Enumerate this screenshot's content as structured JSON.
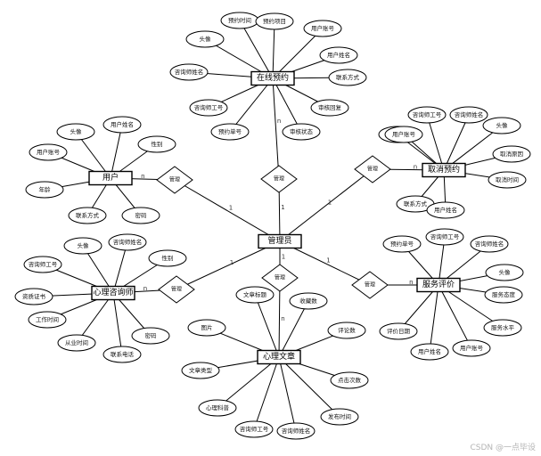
{
  "entities": [
    {
      "id": "appointment",
      "label": "在线预约",
      "attributes": [
        "预约时间",
        "预约项目",
        "用户账号",
        "头像",
        "用户姓名",
        "咨询师姓名",
        "联系方式",
        "咨询师工号",
        "审核回复",
        "预约单号",
        "审核状态"
      ]
    },
    {
      "id": "user",
      "label": "用户",
      "attributes": [
        "头像",
        "用户姓名",
        "性别",
        "用户账号",
        "年龄",
        "联系方式",
        "密码"
      ]
    },
    {
      "id": "cancel",
      "label": "取消预约",
      "attributes": [
        "咨询师工号",
        "咨询师姓名",
        "预约单号",
        "头像",
        "取消原因",
        "用户账号",
        "取消时间",
        "联系方式",
        "用户姓名"
      ]
    },
    {
      "id": "admin",
      "label": "管理员",
      "attributes": []
    },
    {
      "id": "counselor",
      "label": "心理咨询师",
      "attributes": [
        "头像",
        "咨询师姓名",
        "性别",
        "咨询师工号",
        "资质证书",
        "工作时间",
        "从业时间",
        "联系电话",
        "密码"
      ]
    },
    {
      "id": "evaluation",
      "label": "服务评价",
      "attributes": [
        "预约单号",
        "咨询师工号",
        "咨询师姓名",
        "头像",
        "服务态度",
        "评价日期",
        "服务水平",
        "用户姓名",
        "用户账号"
      ]
    },
    {
      "id": "article",
      "label": "心理文章",
      "attributes": [
        "文章标题",
        "收藏数",
        "图片",
        "评论数",
        "文章类型",
        "点击次数",
        "心理科普",
        "发布时间",
        "咨询师工号",
        "咨询师姓名"
      ]
    }
  ],
  "relationships": [
    {
      "label": "管理",
      "between": [
        "admin",
        "appointment"
      ],
      "cardinality": [
        "1",
        "n"
      ]
    },
    {
      "label": "管理",
      "between": [
        "admin",
        "user"
      ],
      "cardinality": [
        "1",
        "n"
      ]
    },
    {
      "label": "管理",
      "between": [
        "admin",
        "cancel"
      ],
      "cardinality": [
        "1",
        "n"
      ]
    },
    {
      "label": "管理",
      "between": [
        "admin",
        "counselor"
      ],
      "cardinality": [
        "1",
        "n"
      ]
    },
    {
      "label": "管理",
      "between": [
        "admin",
        "evaluation"
      ],
      "cardinality": [
        "1",
        "n"
      ]
    },
    {
      "label": "管理",
      "between": [
        "admin",
        "article"
      ],
      "cardinality": [
        "1",
        "n"
      ]
    }
  ],
  "watermark": "CSDN @一点毕设"
}
